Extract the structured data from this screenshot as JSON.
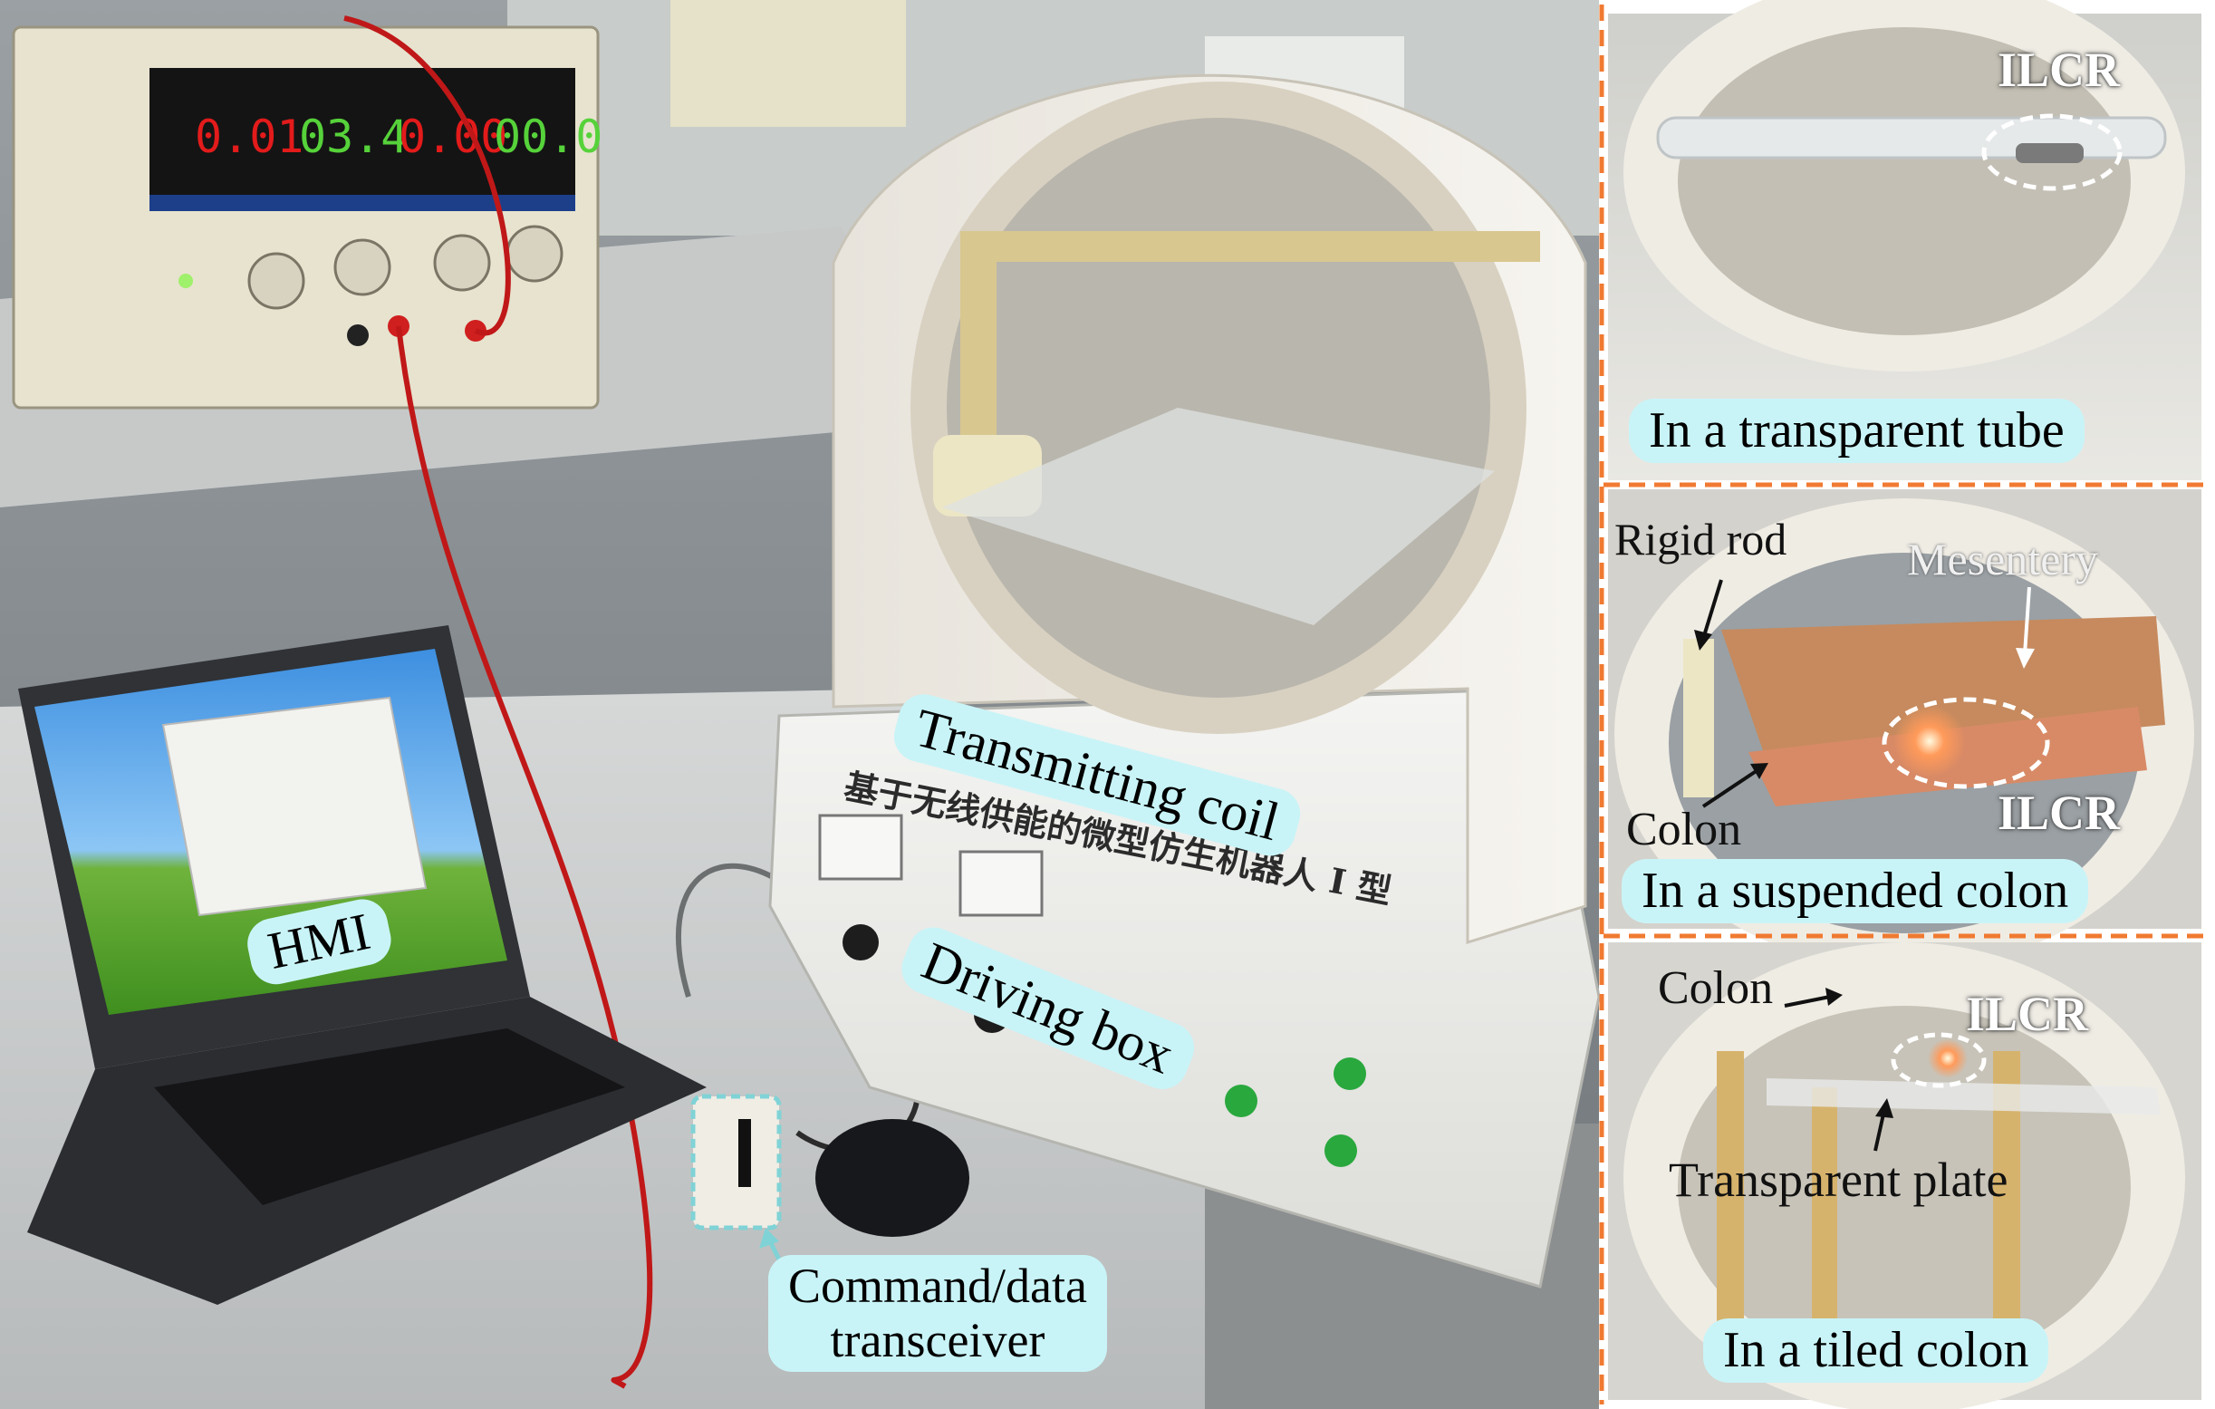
{
  "main_photo": {
    "label_transmitting_coil": "Transmitting coil",
    "label_hmi": "HMI",
    "label_driving_box": "Driving box",
    "label_transceiver_line1": "Command/data",
    "label_transceiver_line2": "transceiver",
    "box_chinese_text": "基于无线供能的微型仿生机器人 I 型",
    "psu_readout": [
      "0.01",
      "03.4",
      "0.00",
      "00.0"
    ]
  },
  "panel_top": {
    "caption": "In a transparent tube",
    "tag_ilcr": "ILCR"
  },
  "panel_middle": {
    "caption": "In a suspended colon",
    "tag_rigid_rod": "Rigid rod",
    "tag_mesentery": "Mesentery",
    "tag_colon": "Colon",
    "tag_ilcr": "ILCR"
  },
  "panel_bottom": {
    "caption": "In a tiled colon",
    "tag_colon": "Colon",
    "tag_ilcr": "ILCR",
    "tag_transparent_plate": "Transparent plate"
  },
  "colors": {
    "label_bg": "#c9f4f7",
    "divider": "#f07a32",
    "ilcr_text": "#ffffff"
  }
}
